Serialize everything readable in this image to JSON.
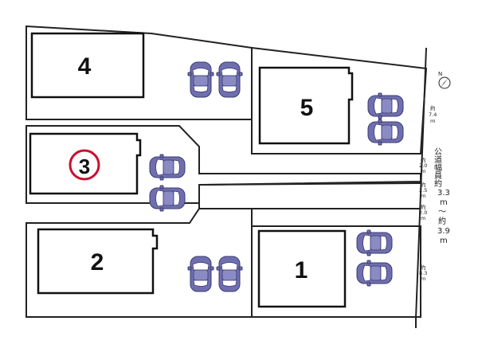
{
  "lots": [
    {
      "id": "1",
      "label": "1"
    },
    {
      "id": "2",
      "label": "2"
    },
    {
      "id": "3",
      "label": "3",
      "highlight_color": "#c8102e"
    },
    {
      "id": "4",
      "label": "4"
    },
    {
      "id": "5",
      "label": "5"
    }
  ],
  "road": {
    "label_lines": [
      "公道幅員約",
      "3.3",
      "m",
      "〜",
      "約",
      "3.9",
      "m"
    ]
  },
  "dimensions": [
    {
      "line1": "約",
      "line2": "7.4",
      "line3": "m"
    },
    {
      "line1": "約",
      "line2": "2.0",
      "line3": "m"
    },
    {
      "line1": "約",
      "line2": "2.5",
      "line3": "m"
    },
    {
      "line1": "約",
      "line2": "2.0",
      "line3": "m"
    },
    {
      "line1": "約",
      "line2": "8.3",
      "line3": "m"
    }
  ],
  "compass": {
    "label": "N"
  },
  "colors": {
    "car": "#6f6fb0",
    "highlight": "#c8102e"
  }
}
